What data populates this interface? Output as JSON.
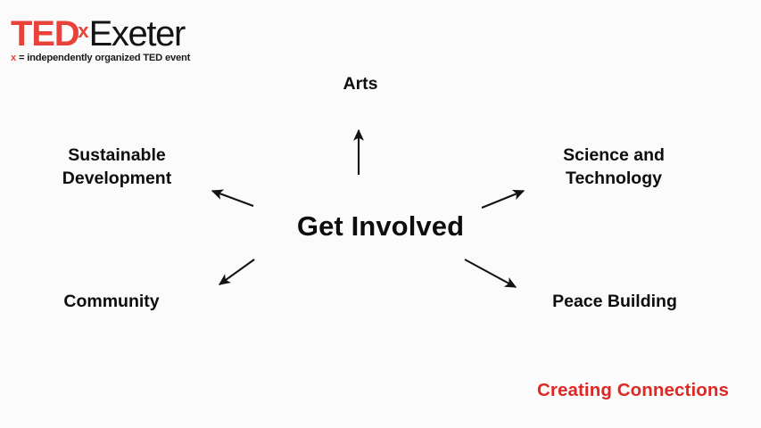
{
  "slide": {
    "background_color": "#fbfbfb",
    "center_label": "Get Involved"
  },
  "logo": {
    "ted": "TED",
    "x": "x",
    "place": "Exeter",
    "tagline_x": "x",
    "tagline_rest": "= independently organized TED event",
    "red": "#e8423a",
    "black": "#141414"
  },
  "nodes": [
    {
      "id": "arts",
      "label": "Arts",
      "direction": "up"
    },
    {
      "id": "science",
      "label": "Science and\nTechnology",
      "direction": "up-right"
    },
    {
      "id": "peace",
      "label": "Peace Building",
      "direction": "down-right"
    },
    {
      "id": "community",
      "label": "Community",
      "direction": "down-left"
    },
    {
      "id": "sustain",
      "label": "Sustainable\nDevelopment",
      "direction": "up-left"
    }
  ],
  "footer": {
    "tagline": "Creating Connections",
    "color": "#dd2824"
  }
}
